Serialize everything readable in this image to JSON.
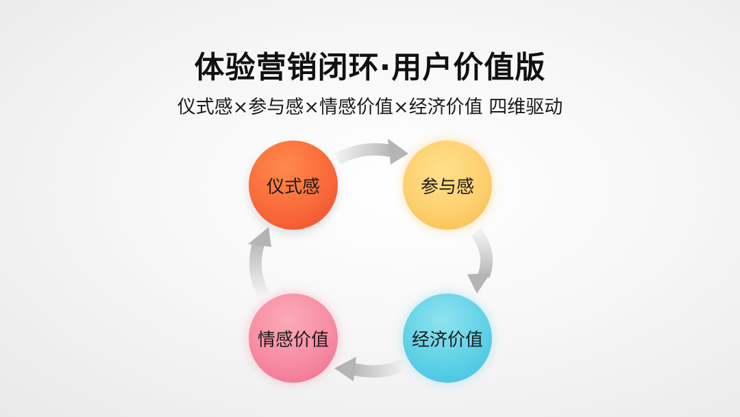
{
  "title": "体验营销闭环·用户价值版",
  "subtitle": "仪式感×参与感×情感价值×经济价值 四维驱动",
  "nodes": [
    {
      "label": "仪式感",
      "position": "top-left",
      "color": "#f96a3a"
    },
    {
      "label": "参与感",
      "position": "top-right",
      "color": "#fdd070"
    },
    {
      "label": "经济价值",
      "position": "bottom-right",
      "color": "#5fd1e6"
    },
    {
      "label": "情感价值",
      "position": "bottom-left",
      "color": "#f78ca3"
    }
  ],
  "flow": [
    "仪式感",
    "参与感",
    "经济价值",
    "情感价值",
    "仪式感"
  ],
  "arrow_color": "#bdbdbd"
}
